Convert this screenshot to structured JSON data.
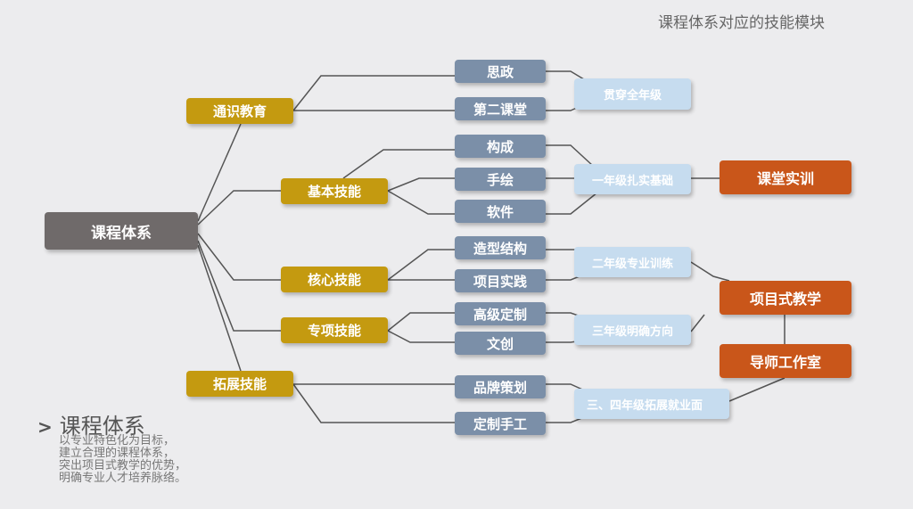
{
  "title": "课程体系对应的技能模块",
  "root": "课程体系",
  "categories": [
    "通识教育",
    "基本技能",
    "核心技能",
    "专项技能",
    "拓展技能"
  ],
  "courses": [
    "思政",
    "第二课堂",
    "构成",
    "手绘",
    "软件",
    "造型结构",
    "项目实践",
    "高级定制",
    "文创",
    "品牌策划",
    "定制手工"
  ],
  "stages": [
    "贯穿全年级",
    "一年级扎实基础",
    "二年级专业训练",
    "三年级明确方向",
    "三、四年级拓展就业面"
  ],
  "methods": [
    "课堂实训",
    "项目式教学",
    "导师工作室"
  ],
  "summary": {
    "heading": "课程体系",
    "lines": [
      "以专业特色化为目标，",
      "建立合理的课程体系，",
      "突出项目式教学的优势，",
      "明确专业人才培养脉络。"
    ]
  },
  "colors": {
    "root": "#6f6a6a",
    "category": "#c49a10",
    "course": "#7b8fa8",
    "stage": "#c6dcef",
    "method": "#c9561a"
  }
}
